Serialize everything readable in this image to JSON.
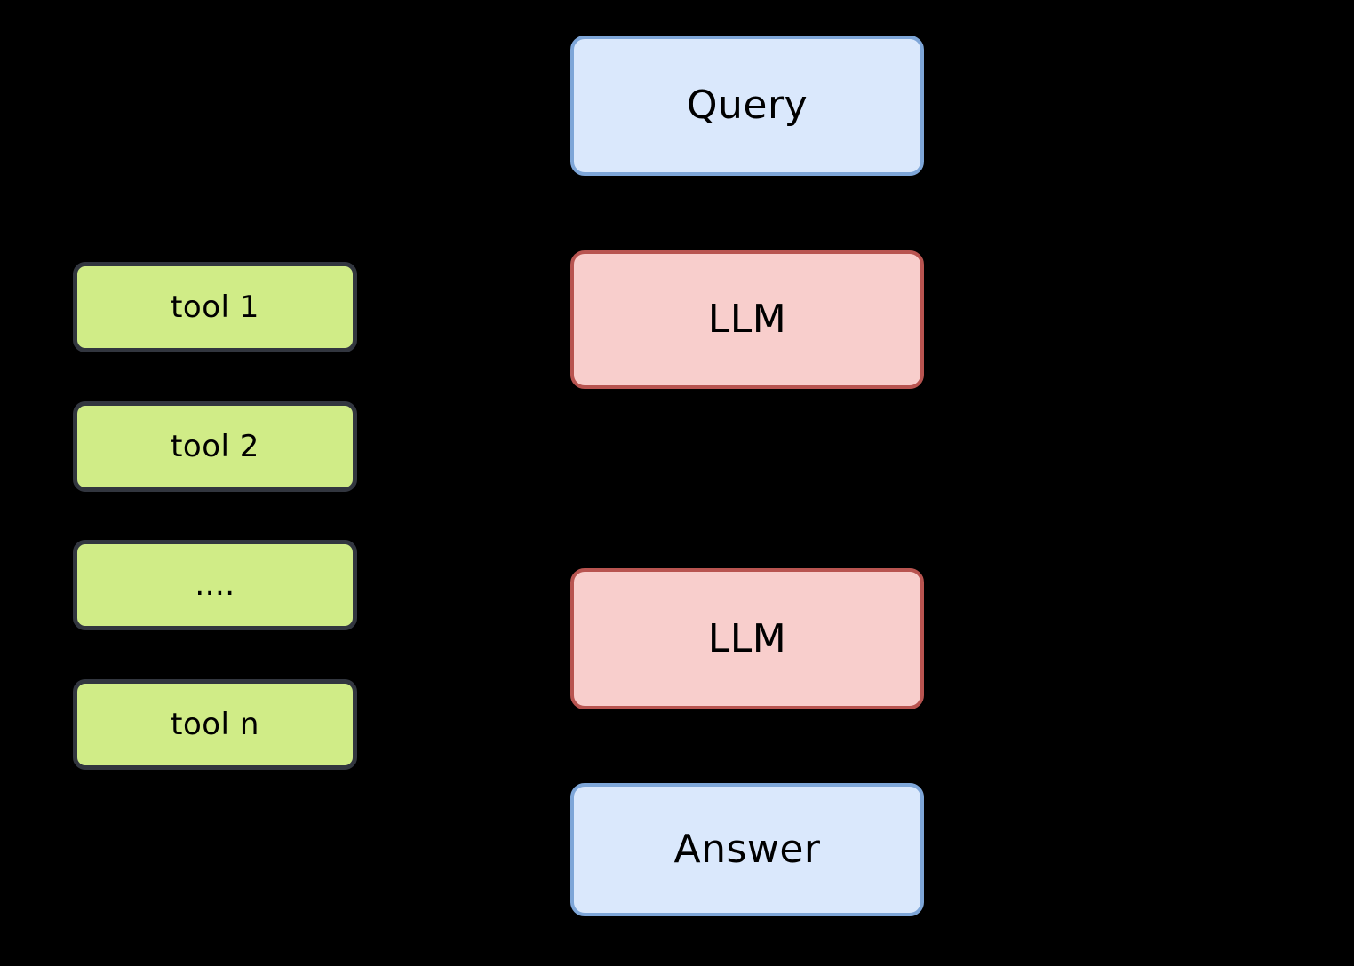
{
  "diagram": {
    "background_color": "#000000",
    "pipeline": {
      "query": {
        "label": "Query",
        "fill_color": "#dae8fc",
        "border_color": "#7ea6d8"
      },
      "llm_first": {
        "label": "LLM",
        "fill_color": "#f8cecc",
        "border_color": "#b85450"
      },
      "llm_second": {
        "label": "LLM",
        "fill_color": "#f8cecc",
        "border_color": "#b85450"
      },
      "answer": {
        "label": "Answer",
        "fill_color": "#dae8fc",
        "border_color": "#7ea6d8"
      }
    },
    "tools": {
      "fill_color": "#d0ec87",
      "border_color": "#32363f",
      "items": [
        {
          "label": "tool 1"
        },
        {
          "label": "tool 2"
        },
        {
          "label": "...."
        },
        {
          "label": "tool n"
        }
      ]
    }
  }
}
